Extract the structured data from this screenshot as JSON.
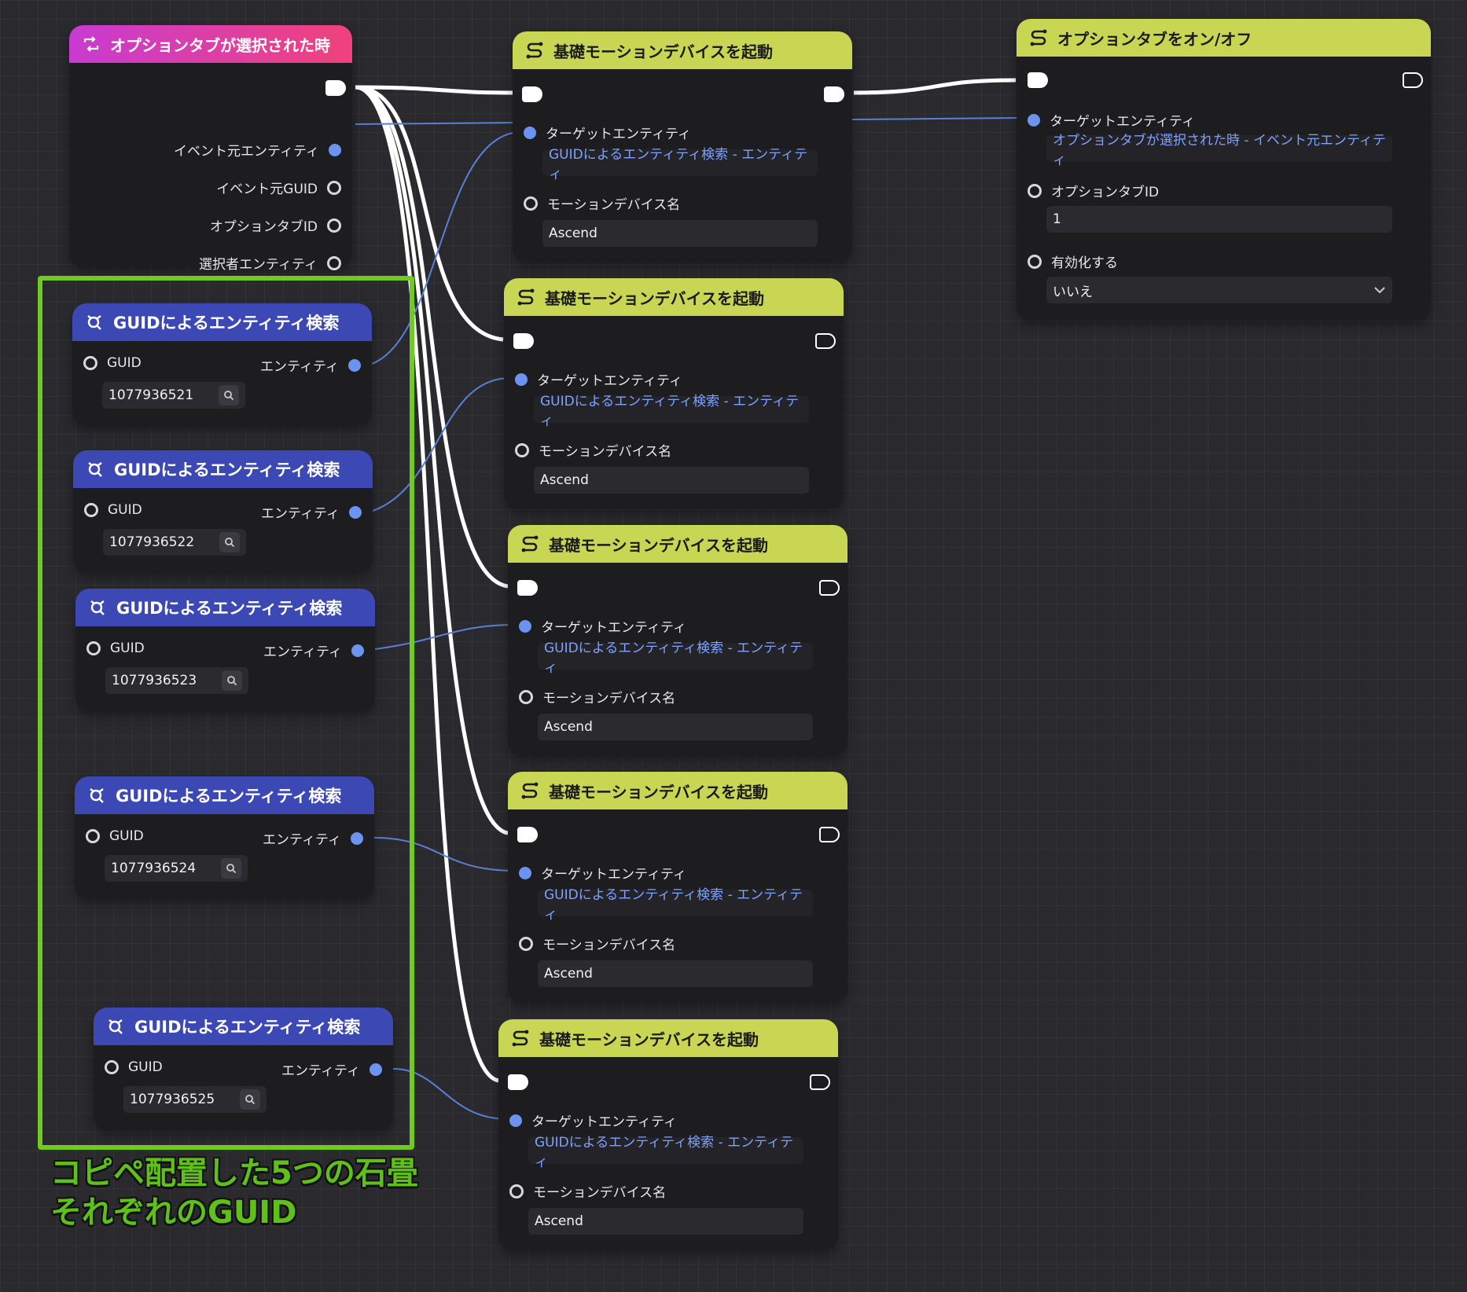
{
  "event_node": {
    "title": "オプションタブが選択された時",
    "outputs": [
      "イベント元エンティティ",
      "イベント元GUID",
      "オプションタブID",
      "選択者エンティティ"
    ]
  },
  "query_nodes": [
    {
      "title": "GUIDによるエンティティ検索",
      "guid_label": "GUID",
      "entity_label": "エンティティ",
      "guid_value": "1077936521"
    },
    {
      "title": "GUIDによるエンティティ検索",
      "guid_label": "GUID",
      "entity_label": "エンティティ",
      "guid_value": "1077936522"
    },
    {
      "title": "GUIDによるエンティティ検索",
      "guid_label": "GUID",
      "entity_label": "エンティティ",
      "guid_value": "1077936523"
    },
    {
      "title": "GUIDによるエンティティ検索",
      "guid_label": "GUID",
      "entity_label": "エンティティ",
      "guid_value": "1077936524"
    },
    {
      "title": "GUIDによるエンティティ検索",
      "guid_label": "GUID",
      "entity_label": "エンティティ",
      "guid_value": "1077936525"
    }
  ],
  "motion_nodes": [
    {
      "title": "基礎モーションデバイスを起動",
      "target_label": "ターゲットエンティティ",
      "target_value": "GUIDによるエンティティ検索 - エンティティ",
      "name_label": "モーションデバイス名",
      "name_value": "Ascend"
    },
    {
      "title": "基礎モーションデバイスを起動",
      "target_label": "ターゲットエンティティ",
      "target_value": "GUIDによるエンティティ検索 - エンティティ",
      "name_label": "モーションデバイス名",
      "name_value": "Ascend"
    },
    {
      "title": "基礎モーションデバイスを起動",
      "target_label": "ターゲットエンティティ",
      "target_value": "GUIDによるエンティティ検索 - エンティティ",
      "name_label": "モーションデバイス名",
      "name_value": "Ascend"
    },
    {
      "title": "基礎モーションデバイスを起動",
      "target_label": "ターゲットエンティティ",
      "target_value": "GUIDによるエンティティ検索 - エンティティ",
      "name_label": "モーションデバイス名",
      "name_value": "Ascend"
    },
    {
      "title": "基礎モーションデバイスを起動",
      "target_label": "ターゲットエンティティ",
      "target_value": "GUIDによるエンティティ検索 - エンティティ",
      "name_label": "モーションデバイス名",
      "name_value": "Ascend"
    }
  ],
  "toggle_node": {
    "title": "オプションタブをオン/オフ",
    "target_label": "ターゲットエンティティ",
    "target_value": "オプションタブが選択された時 - イベント元エンティティ",
    "tab_id_label": "オプションタブID",
    "tab_id_value": "1",
    "enable_label": "有効化する",
    "enable_value": "いいえ"
  },
  "annotation": {
    "line1": "コピペ配置した5つの石畳",
    "line2": "それぞれのGUID"
  },
  "colors": {
    "event_header": "#f0427b",
    "action_header": "#c9d654",
    "query_header": "#3c49b4",
    "data_pin": "#6d93f0",
    "annotation": "#5fc01a"
  }
}
